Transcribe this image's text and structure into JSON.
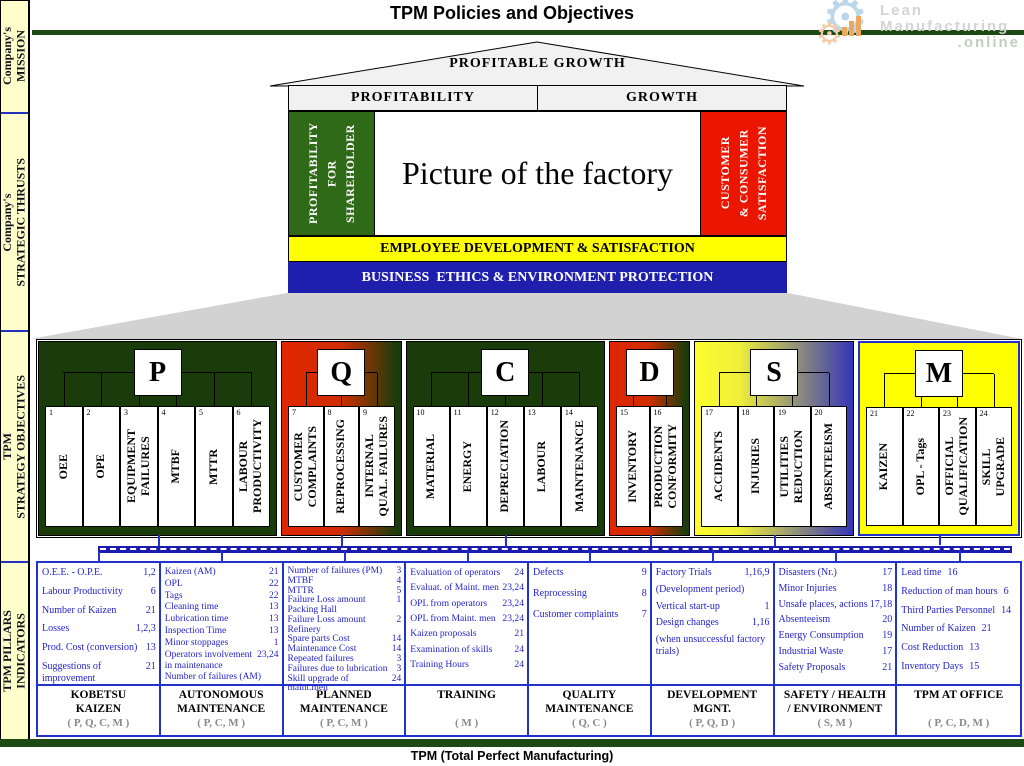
{
  "header": {
    "title": "TPM Policies and Objectives",
    "logo": {
      "line1": "Lean",
      "line2": "Manufacturing",
      "line3": ".online"
    }
  },
  "sidebar": {
    "items": [
      {
        "label": "Company's\nMISSION"
      },
      {
        "label": "Company's\nSTRATEGIC THRUSTS"
      },
      {
        "label": "TPM\nSTRATEGY OBJECTIVES"
      },
      {
        "label": "TPM  PILLARS\nINDICATORS"
      }
    ]
  },
  "house": {
    "roof_label": "PROFITABLE GROWTH",
    "left_column": "PROFITABILITY",
    "right_column": "GROWTH",
    "left_pillar": "PROFITABILITY\nFOR SHAREHOLDER",
    "center_label": "Picture of the factory",
    "right_pillar": "CUSTOMER\n& CONSUMER\nSATISFACTION",
    "band_yellow": "EMPLOYEE DEVELOPMENT & SATISFACTION",
    "band_blue": "BUSINESS  ETHICS & ENVIRONMENT PROTECTION"
  },
  "objectives": {
    "sections": [
      {
        "letter": "P",
        "theme": "green",
        "items": [
          {
            "num": "1",
            "label": "OEE"
          },
          {
            "num": "2",
            "label": "OPE"
          },
          {
            "num": "3",
            "label": "EQUIPMENT\nFAILURES"
          },
          {
            "num": "4",
            "label": "MTBF"
          },
          {
            "num": "5",
            "label": "MTTR"
          },
          {
            "num": "6",
            "label": "LABOUR\nPRODUCTIVITY"
          }
        ]
      },
      {
        "letter": "Q",
        "theme": "redgreen",
        "items": [
          {
            "num": "7",
            "label": "CUSTOMER\nCOMPLAINTS"
          },
          {
            "num": "8",
            "label": "REPROCESSING"
          },
          {
            "num": "9",
            "label": "INTERNAL\nQUAL. FAILURES"
          }
        ]
      },
      {
        "letter": "C",
        "theme": "green",
        "items": [
          {
            "num": "10",
            "label": "MATERIAL"
          },
          {
            "num": "11",
            "label": "ENERGY"
          },
          {
            "num": "12",
            "label": "DEPRECIATION"
          },
          {
            "num": "13",
            "label": "LABOUR"
          },
          {
            "num": "14",
            "label": "MAINTENANCE"
          }
        ]
      },
      {
        "letter": "D",
        "theme": "redgreen",
        "items": [
          {
            "num": "15",
            "label": "INVENTORY"
          },
          {
            "num": "16",
            "label": "PRODUCTION\nCONFORMITY"
          }
        ]
      },
      {
        "letter": "S",
        "theme": "yellowblue",
        "items": [
          {
            "num": "17",
            "label": "ACCIDENTS"
          },
          {
            "num": "18",
            "label": "INJURIES"
          },
          {
            "num": "19",
            "label": "UTILITIES\nREDUCTION"
          },
          {
            "num": "20",
            "label": "ABSENTEEISM"
          }
        ]
      },
      {
        "letter": "M",
        "theme": "yellow",
        "items": [
          {
            "num": "21",
            "label": "KAIZEN"
          },
          {
            "num": "22",
            "label": "OPL - Tags"
          },
          {
            "num": "23",
            "label": "OFFICIAL\nQUALIFICATION"
          },
          {
            "num": "24",
            "label": "SKILL\nUPGRADE"
          }
        ]
      }
    ]
  },
  "pillars_table": {
    "columns": [
      {
        "name": "KOBETSU\nKAIZEN",
        "letters": "( P, Q, C, M )",
        "indicators": [
          {
            "label": "O.E.E. - O.P.E.",
            "ref": "1,2"
          },
          {
            "label": "Labour Productivity",
            "ref": "6"
          },
          {
            "label": "Number of Kaizen",
            "ref": "21"
          },
          {
            "label": "Losses",
            "ref": "1,2,3"
          },
          {
            "label": "Prod. Cost (conversion)",
            "ref": "13"
          },
          {
            "label": "Suggestions of improvement",
            "ref": "21"
          }
        ]
      },
      {
        "name": "AUTONOMOUS\nMAINTENANCE",
        "letters": "( P, C, M )",
        "indicators": [
          {
            "label": "Kaizen (AM)",
            "ref": "21"
          },
          {
            "label": "OPL",
            "ref": "22"
          },
          {
            "label": "Tags",
            "ref": "22"
          },
          {
            "label": "Cleaning time",
            "ref": "13"
          },
          {
            "label": "Lubrication time",
            "ref": "13"
          },
          {
            "label": "Inspection Time",
            "ref": "13"
          },
          {
            "label": "Minor stoppages",
            "ref": "1"
          },
          {
            "label": "Operators involvement in maintenance",
            "ref": "23,24"
          },
          {
            "label": "Number of failures (AM)",
            "ref": ""
          }
        ]
      },
      {
        "name": "PLANNED\nMAINTENANCE",
        "letters": "( P, C, M )",
        "indicators": [
          {
            "label": "Number of failures (PM)",
            "ref": "3"
          },
          {
            "label": "MTBF",
            "ref": "4"
          },
          {
            "label": "MTTR",
            "ref": "5"
          },
          {
            "label": "Failure Loss amount Packing Hall",
            "ref": "1"
          },
          {
            "label": "Failure Loss amount Refinery",
            "ref": "2"
          },
          {
            "label": "Spare parts Cost",
            "ref": "14"
          },
          {
            "label": "Maintenance Cost",
            "ref": "14"
          },
          {
            "label": "Repeated failures",
            "ref": "3"
          },
          {
            "label": "Failures due to lubrication",
            "ref": "3"
          },
          {
            "label": "Skill upgrade of maint.men",
            "ref": "24"
          }
        ]
      },
      {
        "name": "TRAINING",
        "letters": "( M )",
        "indicators": [
          {
            "label": "Evaluation of operators",
            "ref": "24"
          },
          {
            "label": "Evaluat. of Maint. men",
            "ref": "23,24"
          },
          {
            "label": "OPL from operators",
            "ref": "23,24"
          },
          {
            "label": "OPL from Maint. men",
            "ref": "23,24"
          },
          {
            "label": "Kaizen proposals",
            "ref": "21"
          },
          {
            "label": "Examination of skills",
            "ref": "24"
          },
          {
            "label": "Training Hours",
            "ref": "24"
          }
        ]
      },
      {
        "name": "QUALITY\nMAINTENANCE",
        "letters": "( Q, C )",
        "indicators": [
          {
            "label": "Defects",
            "ref": "9"
          },
          {
            "label": "Reprocessing",
            "ref": "8"
          },
          {
            "label": "Customer complaints",
            "ref": "7"
          }
        ]
      },
      {
        "name": "DEVELOPMENT\nMGNT.",
        "letters": "( P, Q, D )",
        "indicators": [
          {
            "label": "Factory Trials",
            "ref": "1,16,9"
          },
          {
            "label": "(Development period)",
            "ref": ""
          },
          {
            "label": "Vertical start-up",
            "ref": "1"
          },
          {
            "label": "Design changes",
            "ref": "1,16"
          },
          {
            "label": "(when unsuccessful factory trials)",
            "ref": ""
          }
        ]
      },
      {
        "name": "SAFETY / HEALTH\n/ ENVIRONMENT",
        "letters": "( S, M )",
        "indicators": [
          {
            "label": "Disasters (Nr.)",
            "ref": "17"
          },
          {
            "label": "Minor Injuries",
            "ref": "18"
          },
          {
            "label": "Unsafe places, actions",
            "ref": "17,18"
          },
          {
            "label": "Absenteeism",
            "ref": "20"
          },
          {
            "label": "Energy Consumption",
            "ref": "19"
          },
          {
            "label": "Industrial Waste",
            "ref": "17"
          },
          {
            "label": "Safety Proposals",
            "ref": "21"
          }
        ]
      },
      {
        "name": "TPM AT OFFICE",
        "letters": "( P, C, D, M )",
        "indicators": [
          {
            "label": "Lead time",
            "ref": "16"
          },
          {
            "label": "Reduction of man hours",
            "ref": "6"
          },
          {
            "label": "Third Parties Personnel",
            "ref": "14"
          },
          {
            "label": "Number of Kaizen",
            "ref": "21"
          },
          {
            "label": "Cost Reduction",
            "ref": "13"
          },
          {
            "label": "Inventory Days",
            "ref": "15"
          }
        ]
      }
    ]
  },
  "footer": {
    "label": "TPM (Total Perfect Manufacturing)"
  },
  "colors": {
    "dark_green": "#1a3c0a",
    "red": "#ea1600",
    "yellow": "#ffff00",
    "blue_band": "#1f1fae",
    "table_blue": "#2323cc",
    "sidebar_yellow": "#ffffcc",
    "rule_green": "#1c4a12",
    "roof_gray": "#f1f1f1",
    "spread_gray": "#d2d2d2"
  }
}
